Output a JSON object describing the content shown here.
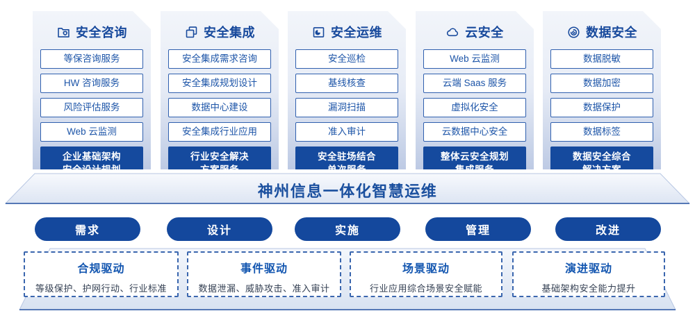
{
  "colors": {
    "primary": "#17499c",
    "item_border": "#2f5fae",
    "item_text": "#1d55a8",
    "footer_bg": "#154a9e",
    "pill_bg": "#14489d",
    "banner_text": "#1a4f9e",
    "driver_title": "#1356b0",
    "driver_desc": "#333f52",
    "platform_edge": "#5578b6"
  },
  "columns": [
    {
      "title": "安全咨询",
      "icon": "folder-shield-icon",
      "items": [
        "等保咨询服务",
        "HW 咨询服务",
        "风险评估服务",
        "Web 云监测"
      ],
      "footer": [
        "企业基础架构",
        "安全设计规划"
      ]
    },
    {
      "title": "安全集成",
      "icon": "copy-documents-icon",
      "items": [
        "安全集成需求咨询",
        "安全集成规划设计",
        "数据中心建设",
        "安全集成行业应用"
      ],
      "footer": [
        "行业安全解决",
        "方案服务"
      ]
    },
    {
      "title": "安全运维",
      "icon": "pie-board-icon",
      "items": [
        "安全巡检",
        "基线核查",
        "漏洞扫描",
        "准入审计"
      ],
      "footer": [
        "安全驻场结合",
        "单次服务"
      ]
    },
    {
      "title": "云安全",
      "icon": "cloud-icon",
      "items": [
        "Web 云监测",
        "云端 Saas 服务",
        "虚拟化安全",
        "云数据中心安全"
      ],
      "footer": [
        "整体云安全规划",
        "集成服务"
      ]
    },
    {
      "title": "数据安全",
      "icon": "fingerprint-icon",
      "items": [
        "数据脱敏",
        "数据加密",
        "数据保护",
        "数据标签"
      ],
      "footer": [
        "数据安全综合",
        "解决方案"
      ]
    }
  ],
  "banner": {
    "title": "神州信息一体化智慧运维"
  },
  "pills": [
    "需求",
    "设计",
    "实施",
    "管理",
    "改进"
  ],
  "drivers": [
    {
      "title": "合规驱动",
      "desc": "等级保护、护网行动、行业标准"
    },
    {
      "title": "事件驱动",
      "desc": "数据泄漏、威胁攻击、准入审计"
    },
    {
      "title": "场景驱动",
      "desc": "行业应用综合场景安全赋能"
    },
    {
      "title": "演进驱动",
      "desc": "基础架构安全能力提升"
    }
  ]
}
